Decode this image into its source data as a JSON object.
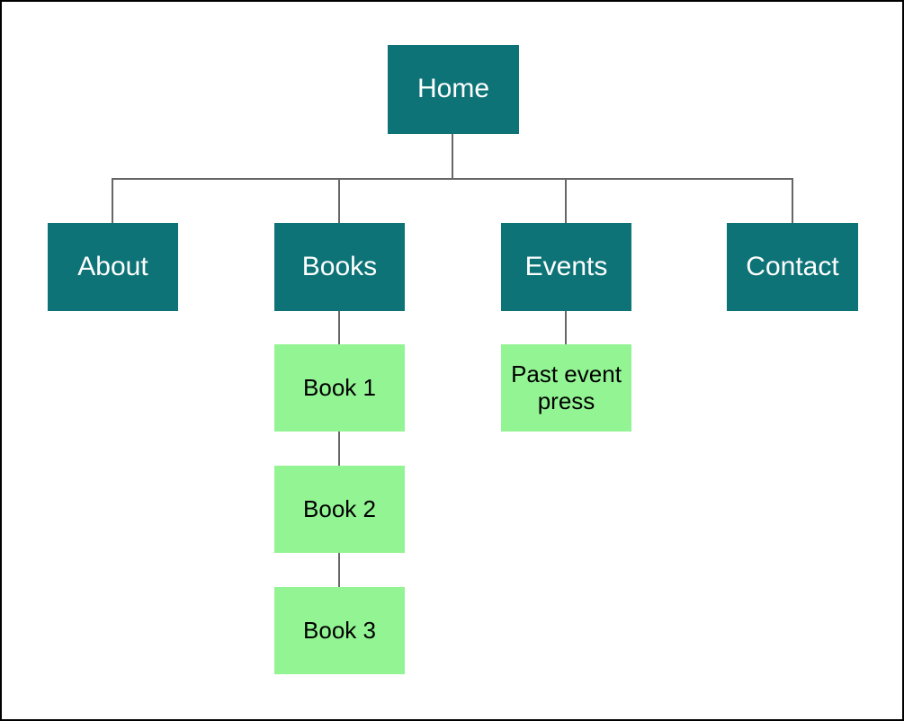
{
  "diagram": {
    "type": "sitemap-tree",
    "palette": {
      "primary": "#0D7377",
      "secondary": "#93F493",
      "connector": "#666666",
      "primary_text": "#FFFFFF",
      "secondary_text": "#000000",
      "canvas": "#FFFFFF",
      "frame": "#000000"
    },
    "nodes": {
      "home": {
        "label": "Home",
        "level": 1,
        "color": "#0D7377"
      },
      "about": {
        "label": "About",
        "level": 2,
        "color": "#0D7377"
      },
      "books": {
        "label": "Books",
        "level": 2,
        "color": "#0D7377"
      },
      "events": {
        "label": "Events",
        "level": 2,
        "color": "#0D7377"
      },
      "contact": {
        "label": "Contact",
        "level": 2,
        "color": "#0D7377"
      },
      "book1": {
        "label": "Book 1",
        "level": 3,
        "color": "#93F493"
      },
      "book2": {
        "label": "Book 2",
        "level": 3,
        "color": "#93F493"
      },
      "book3": {
        "label": "Book 3",
        "level": 3,
        "color": "#93F493"
      },
      "past_event_press": {
        "label": "Past event press",
        "level": 3,
        "color": "#93F493"
      }
    },
    "edges": [
      {
        "from": "Home",
        "to": "About"
      },
      {
        "from": "Home",
        "to": "Books"
      },
      {
        "from": "Home",
        "to": "Events"
      },
      {
        "from": "Home",
        "to": "Contact"
      },
      {
        "from": "Books",
        "to": "Book 1"
      },
      {
        "from": "Book 1",
        "to": "Book 2"
      },
      {
        "from": "Book 2",
        "to": "Book 3"
      },
      {
        "from": "Events",
        "to": "Past event press"
      }
    ]
  }
}
